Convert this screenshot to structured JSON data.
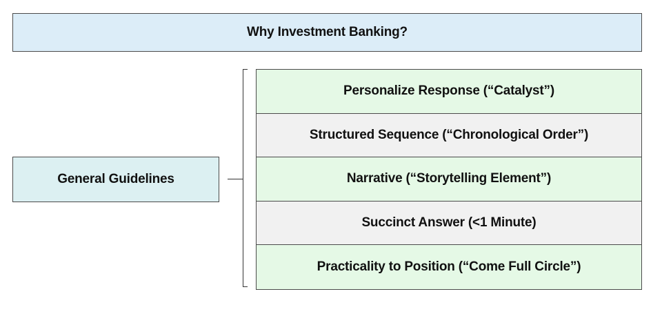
{
  "title": "Why Investment Banking?",
  "guidelines_label": "General Guidelines",
  "items": [
    {
      "label": "Personalize Response (“Catalyst”)",
      "color": "#e5f9e6"
    },
    {
      "label": "Structured Sequence (“Chronological Order”)",
      "color": "#f1f1f1"
    },
    {
      "label": "Narrative (“Storytelling Element”)",
      "color": "#e5f9e6"
    },
    {
      "label": "Succinct Answer (<1 Minute)",
      "color": "#f1f1f1"
    },
    {
      "label": "Practicality to Position (“Come Full Circle”)",
      "color": "#e5f9e6"
    }
  ],
  "colors": {
    "title_fill": "#dcedf8",
    "guidelines_fill": "#dcf0f2",
    "border": "#4a4a4a"
  }
}
